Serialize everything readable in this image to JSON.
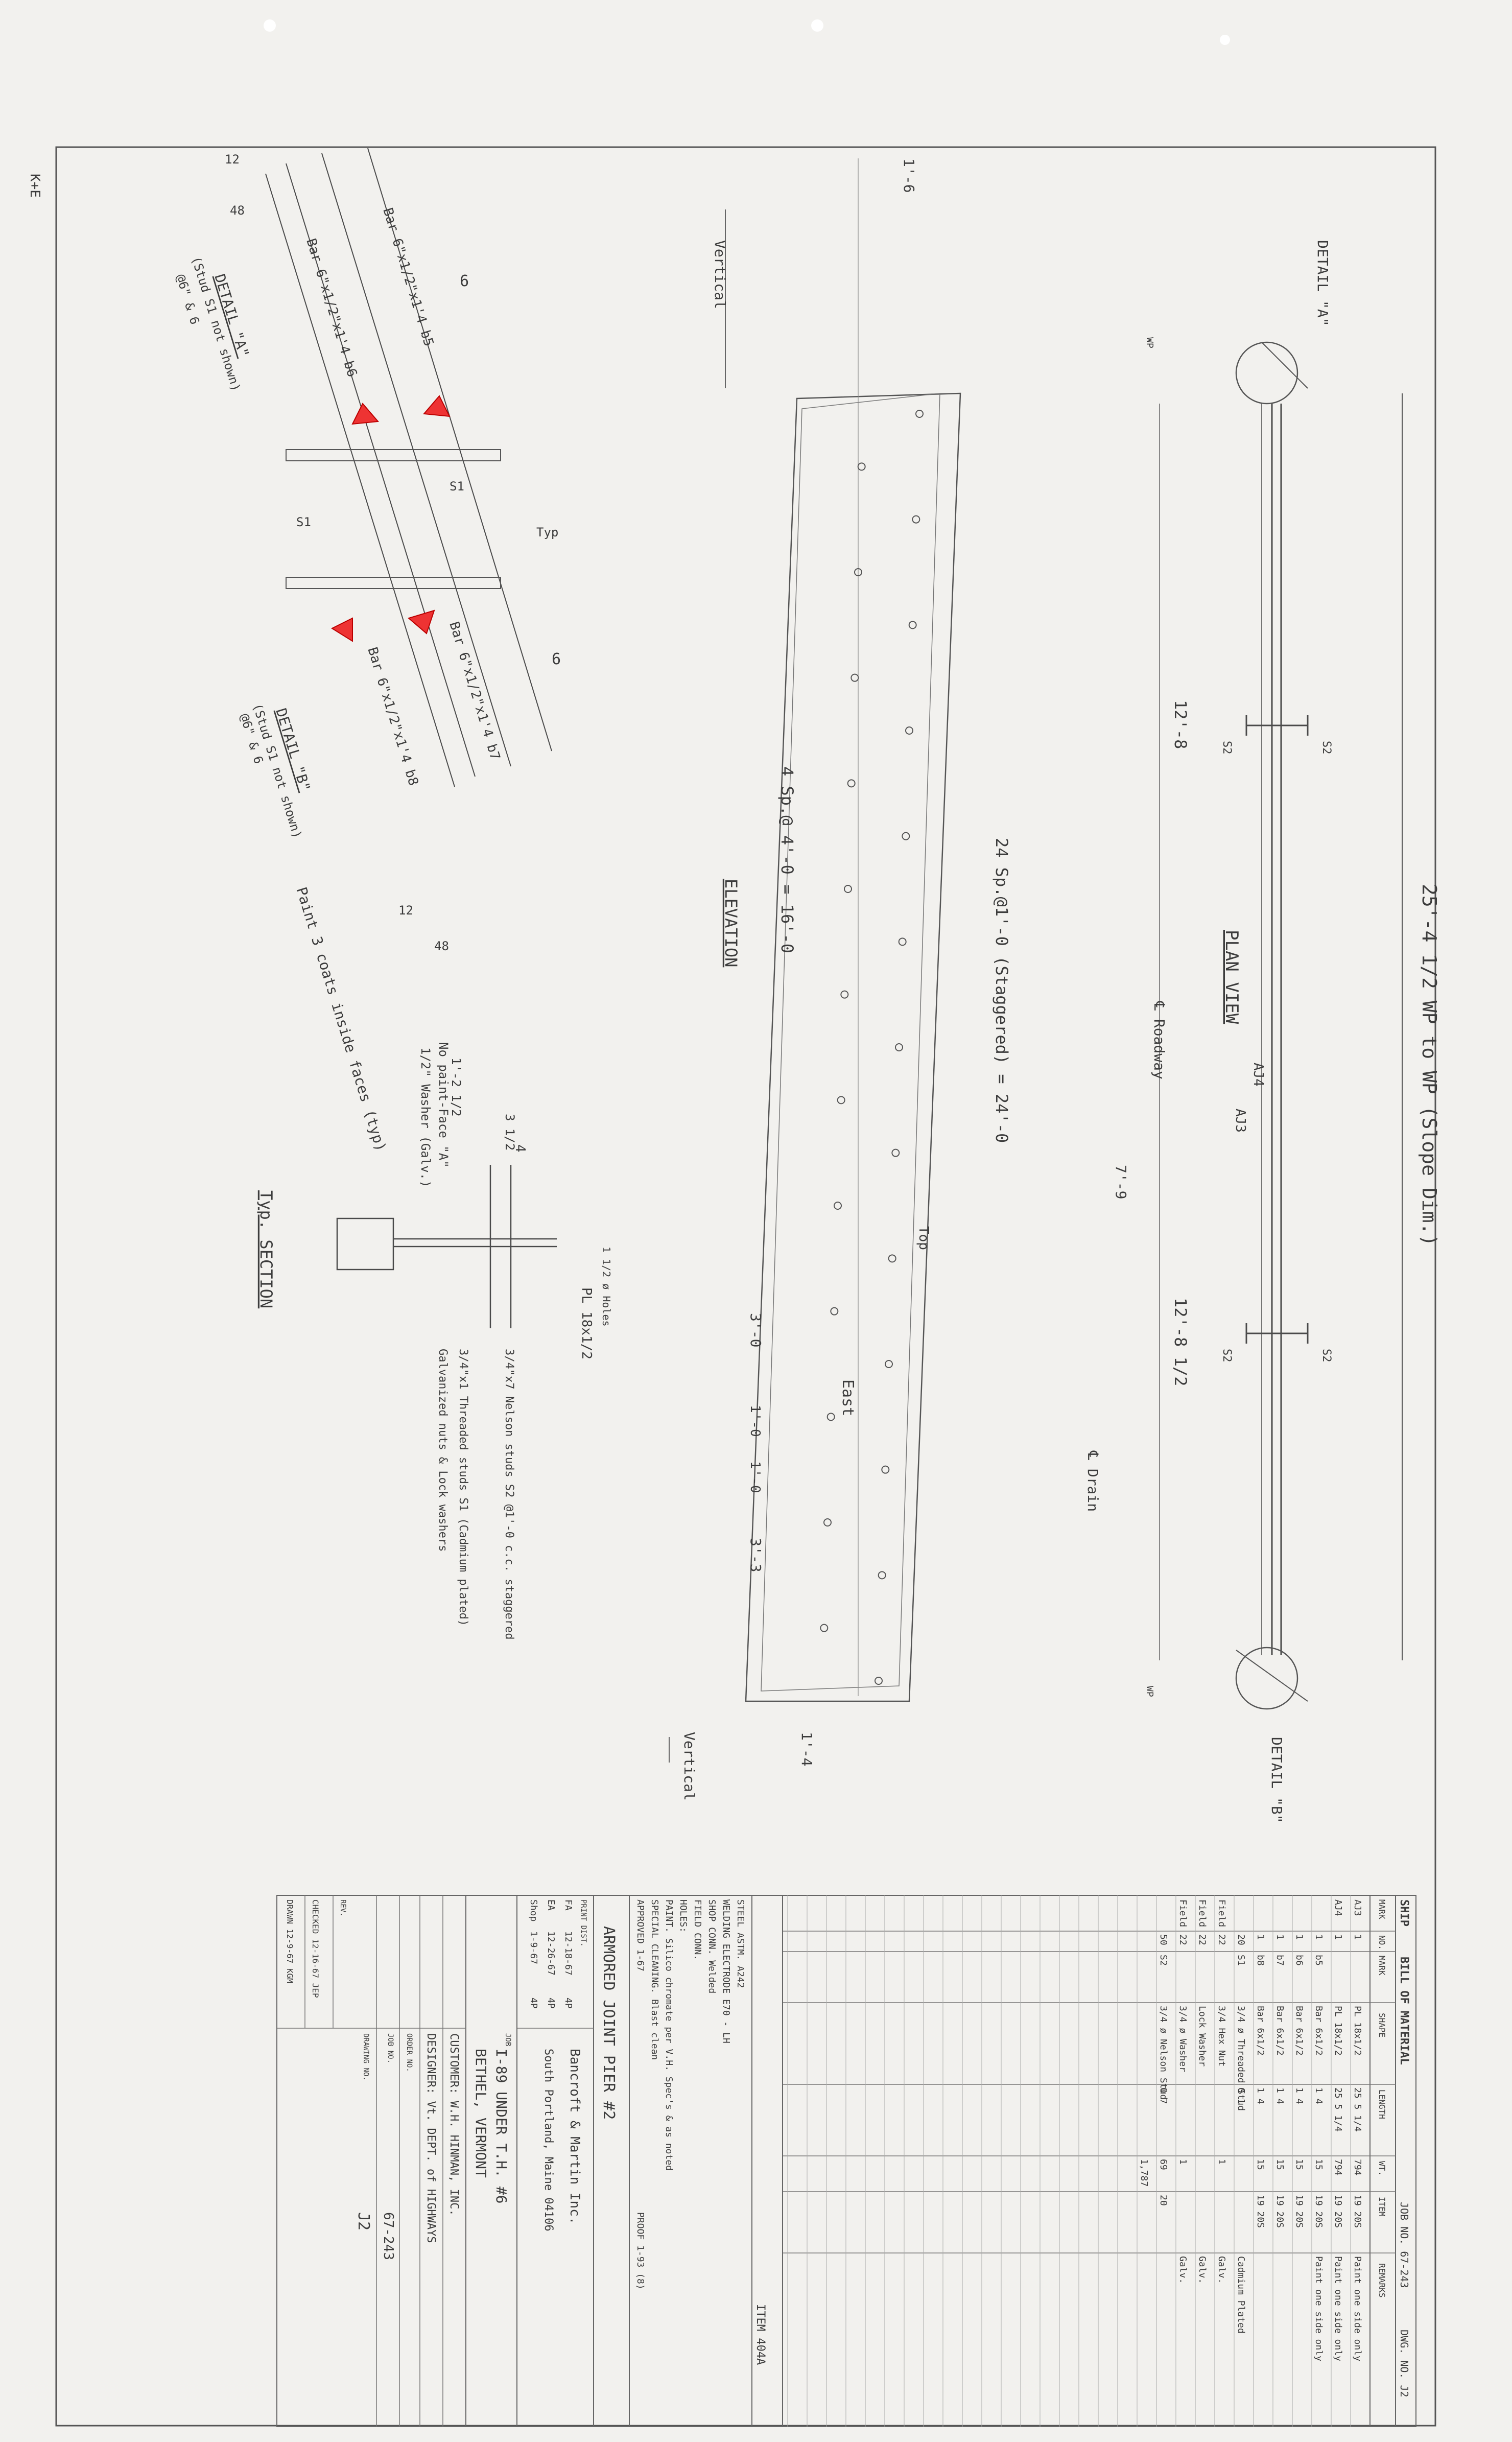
{
  "sheet": {
    "logo": "K+E",
    "details": {
      "detail_a_title": "DETAIL \"A\"",
      "detail_a_note": "(Stud S1 not shown)",
      "detail_a_pitch": "@6\" & 6",
      "detail_b_title": "DETAIL \"B\"",
      "detail_b_note": "(Stud S1 not shown)",
      "detail_b_pitch": "@6\" & 6",
      "bar_top_a": "Bar 6\"x1/2\"x1'4 b5",
      "bar_bottom_a": "Bar 6\"x1/2\"x1'4 b6",
      "bar_top_b": "Bar 6\"x1/2\"x1'4 b7",
      "bar_bottom_b": "Bar 6\"x1/2\"x1'4 b8",
      "dim_6_a": "6",
      "dim_6_b": "6",
      "dim_12a": "12",
      "dim_12b": "12",
      "dim_48a": "48",
      "dim_48b": "48",
      "stud_label_a": "S1",
      "stud_label_b": "S1",
      "typ": "Typ",
      "paint_note": "Paint 3 coats inside faces (typ)"
    },
    "elevation": {
      "title": "ELEVATION",
      "vertical_left": "Vertical",
      "vertical_right": "Vertical",
      "dim_1_6": "1'-6",
      "dim_1_4": "1'-4",
      "dim_12_8": "12'-8",
      "dim_12_8_5": "12'-8 1/2",
      "dim_7_9": "7'-9",
      "spacing_top": "24 Sp.@1'-0 (Staggered) = 24'-0",
      "spacing_bottom": "4 Sp.@ 4'-0 = 16'-0",
      "dim_3_0": "3'-0",
      "dim_1_0a": "1'-0",
      "dim_1_0b": "1'-0",
      "dim_3_3": "3'-3",
      "roadway": "℄ Roadway",
      "drain": "℄ Drain",
      "east": "East",
      "top": "Top"
    },
    "plan": {
      "title": "PLAN VIEW",
      "overall": "25'-4 1/2  WP to WP (Slope Dim.)",
      "detail_a_ref": "DETAIL \"A\"",
      "detail_b_ref": "DETAIL \"B\"",
      "a03": "AJ3",
      "a04": "AJ4",
      "s2a": "S2",
      "s2b": "S2",
      "s2c": "S2",
      "s2d": "S2",
      "wp_a": "WP",
      "wp_b": "WP"
    },
    "section": {
      "title": "Typ. SECTION",
      "no_paint": "No paint-Face \"A\"",
      "washer": "1/2\" Washer (Galv.)",
      "dim_1_2_5": "1'-2 1/2",
      "dim_3_5": "3 1/2",
      "dim_4": "4",
      "plate": "PL 18x1/2",
      "nelson": "3/4\"x7 Nelson studs S2 @1'-0 c.c. staggered",
      "threaded": "3/4\"x1 Threaded studs S1 (Cadmium plated)",
      "galv": "Galvanized nuts & Lock washers",
      "hole": "1 1/2 ø Holes"
    },
    "bom": {
      "header": {
        "ship": "SHIP",
        "title": "BILL OF MATERIAL",
        "job_no": "JOB NO. 67-243",
        "dwg_no": "DWG. NO. J2"
      },
      "columns": [
        "MARK",
        "NO.",
        "MARK",
        "SHAPE",
        "LENGTH",
        "WT.",
        "ITEM",
        "REMARKS"
      ],
      "rows": [
        [
          "AJ3",
          "1",
          "",
          "PL 18x1/2",
          "25 5 1/4",
          "794",
          "19 20S",
          "Paint one side only"
        ],
        [
          "AJ4",
          "1",
          "",
          "PL 18x1/2",
          "25 5 1/4",
          "794",
          "19 20S",
          "Paint one side only"
        ],
        [
          "",
          "1",
          "b5",
          "Bar 6x1/2",
          "1 4",
          "15",
          "19 20S",
          "Paint one side only"
        ],
        [
          "",
          "1",
          "b6",
          "Bar 6x1/2",
          "1 4",
          "15",
          "19 20S",
          ""
        ],
        [
          "",
          "1",
          "b7",
          "Bar 6x1/2",
          "1 4",
          "15",
          "19 20S",
          ""
        ],
        [
          "",
          "1",
          "b8",
          "Bar 6x1/2",
          "1 4",
          "15",
          "19 20S",
          ""
        ],
        [
          "",
          "20",
          "S1",
          "3/4 ø Threaded Stud",
          "0 1",
          "",
          "",
          "Cadmium Plated"
        ],
        [
          "Field",
          "22",
          "",
          "3/4 Hex Nut",
          "",
          "1",
          "",
          "Galv."
        ],
        [
          "Field",
          "22",
          "",
          "Lock Washer",
          "",
          "",
          "",
          "Galv."
        ],
        [
          "Field",
          "22",
          "",
          "3/4 ø Washer",
          "",
          "1",
          "",
          "Galv."
        ],
        [
          "",
          "50",
          "S2",
          "3/4 ø Nelson Stud",
          "0 7",
          "69",
          "20",
          ""
        ],
        [
          "",
          "",
          "",
          "",
          "",
          "1,787",
          "",
          ""
        ]
      ],
      "item": "ITEM 404A",
      "notes": {
        "steel": "STEEL ASTM. A242",
        "electrode": "WELDING ELECTRODE E70 - LH",
        "shop_conn": "SHOP CONN. Welded",
        "field_conn": "FIELD CONN.",
        "holes": "HOLES:",
        "paint": "PAINT. Silico chromate per V.H. Spec's & as noted",
        "cleaning": "SPECIAL CLEANING. Blast clean",
        "approved": "APPROVED 1-67",
        "proof": "PROOF 1-93 (8)"
      },
      "joint": "ARMORED JOINT PIER #2",
      "print_dist": "PRINT DIST.",
      "dist_rows": [
        [
          "FA",
          "12-18-67",
          "4P"
        ],
        [
          "EA",
          "12-26-67",
          "4P"
        ],
        [
          "Shop",
          "1-9-67",
          "4P"
        ]
      ],
      "fabricator": "Bancroft & Martin Inc.",
      "address": "South Portland, Maine 04106",
      "job_label": "JOB",
      "job_line1": "I-89 UNDER T.H. #6",
      "job_line2": "BETHEL, VERMONT",
      "customer": "CUSTOMER: W.H. HINMAN, INC.",
      "designer": "DESIGNER: Vt. DEPT. of HIGHWAYS",
      "order": "ORDER NO.",
      "job_no_label": "JOB NO.",
      "drawing_no_label": "DRAWING NO.",
      "job_no_val": "67-243",
      "drawing_no_val": "J2",
      "rev": "REV.",
      "checked": "CHECKED 12-16-67 JEP",
      "drawn": "DRAWN 12-9-67 KGM"
    }
  }
}
